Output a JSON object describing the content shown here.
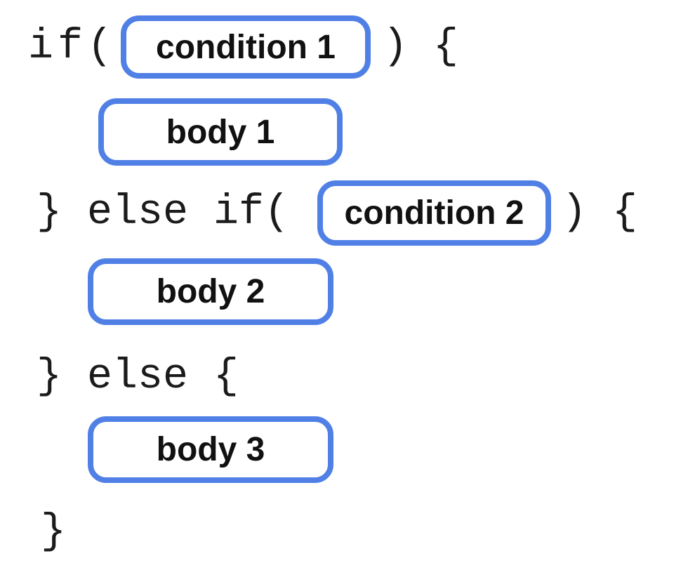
{
  "diagram": {
    "description": "if / else-if / else code skeleton with fill-in slot boxes",
    "colors": {
      "slot_border_blue": "#5080e6",
      "code_text": "#1b1b1b",
      "label_text": "#111111",
      "background": "#ffffff"
    },
    "lines": [
      {
        "pre": "if(",
        "box": "condition 1",
        "post": ") {"
      },
      {
        "box": "body 1"
      },
      {
        "pre": "} else if(",
        "box": "condition 2",
        "post": ") {"
      },
      {
        "box": "body 2"
      },
      {
        "code": "} else {"
      },
      {
        "box": "body 3"
      },
      {
        "code": "}"
      }
    ]
  }
}
